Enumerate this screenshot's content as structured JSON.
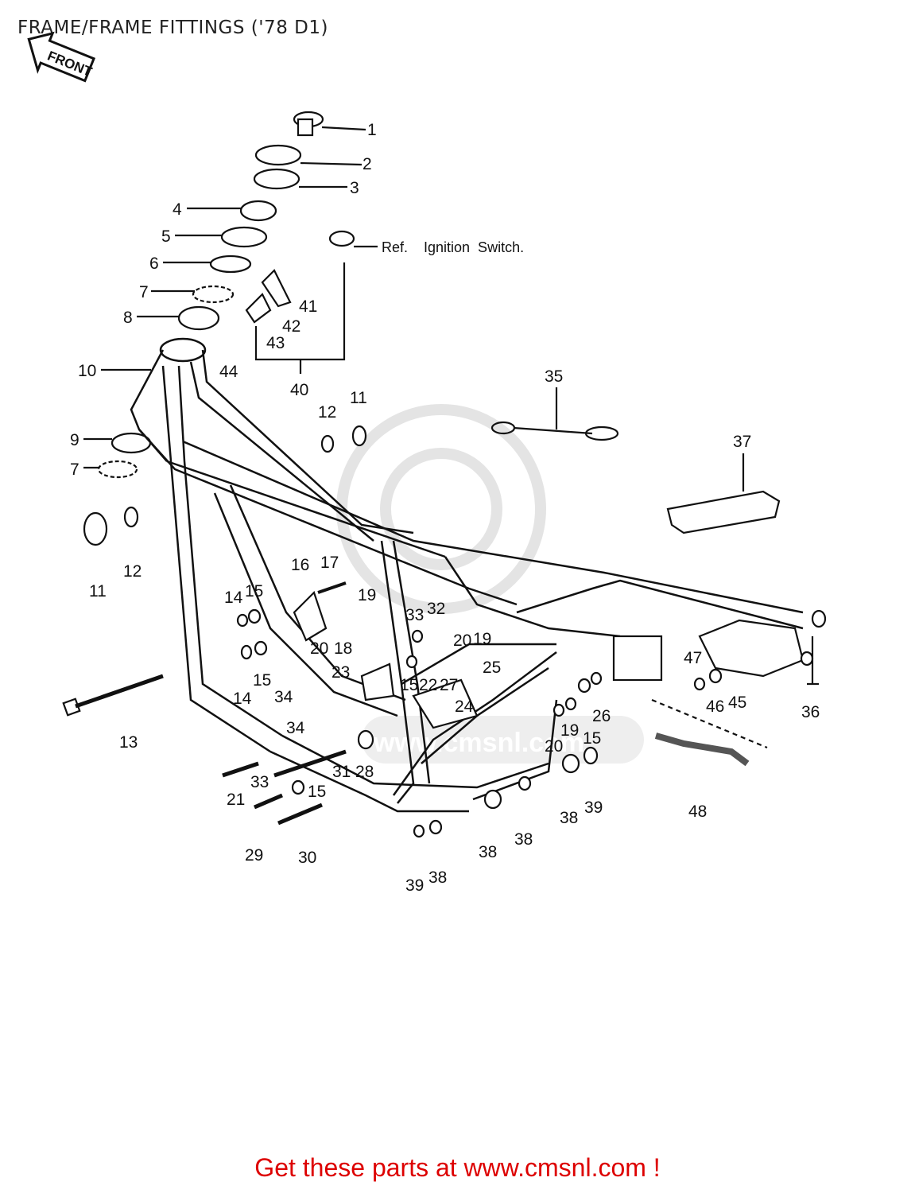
{
  "title": "FRAME/FRAME FITTINGS ('78 D1)",
  "front_label": "FRONT",
  "reference_note": "Ref.    Ignition  Switch.",
  "watermark_text": "www.cmsnl.com",
  "footer_text": "Get these parts at www.cmsnl.com !",
  "colors": {
    "footer": "#dd0000",
    "lines": "#111111",
    "watermark": "#e6e6e6"
  },
  "callouts": [
    "1",
    "2",
    "3",
    "4",
    "5",
    "6",
    "7",
    "8",
    "10",
    "9",
    "7",
    "11",
    "12",
    "12",
    "11",
    "41",
    "42",
    "43",
    "44",
    "40",
    "35",
    "37",
    "16",
    "17",
    "14",
    "15",
    "19",
    "33",
    "32",
    "20",
    "18",
    "20",
    "19",
    "25",
    "15",
    "22",
    "27",
    "23",
    "24",
    "14",
    "15",
    "34",
    "34",
    "13",
    "21",
    "33",
    "31",
    "28",
    "15",
    "29",
    "30",
    "39",
    "38",
    "38",
    "38",
    "20",
    "19",
    "15",
    "26",
    "38",
    "39",
    "47",
    "46",
    "45",
    "36",
    "48"
  ]
}
